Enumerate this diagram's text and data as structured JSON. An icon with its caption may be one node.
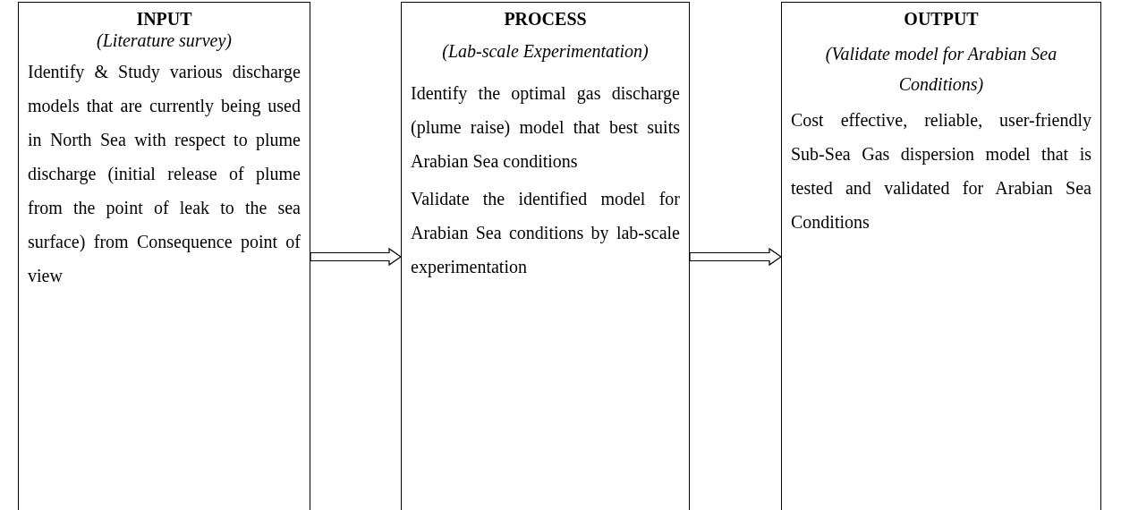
{
  "diagram": {
    "nodes": [
      {
        "text": [
          "INPUT",
          "(Literature survey)",
          "Identify & Study various discharge models that are currently being used in North Sea with respect to plume discharge (initial release of plume from the point of leak to the sea surface) from Consequence point of view"
        ]
      },
      {
        "text": [
          "PROCESS",
          "(Lab-scale Experimentation)",
          "Identify the optimal gas discharge (plume raise) model that best suits Arabian Sea conditions",
          "Validate the identified model for Arabian Sea conditions by lab-scale experimentation"
        ]
      },
      {
        "text": [
          "OUTPUT",
          "(Validate model for Arabian Sea Conditions)",
          "Cost effective, reliable, user-friendly Sub-Sea Gas dispersion model that is tested and validated for Arabian Sea Conditions"
        ]
      }
    ],
    "edges": [
      {
        "from": 0,
        "to": 1,
        "arrow": "to"
      },
      {
        "from": 1,
        "to": 2,
        "arrow": "to"
      }
    ]
  }
}
